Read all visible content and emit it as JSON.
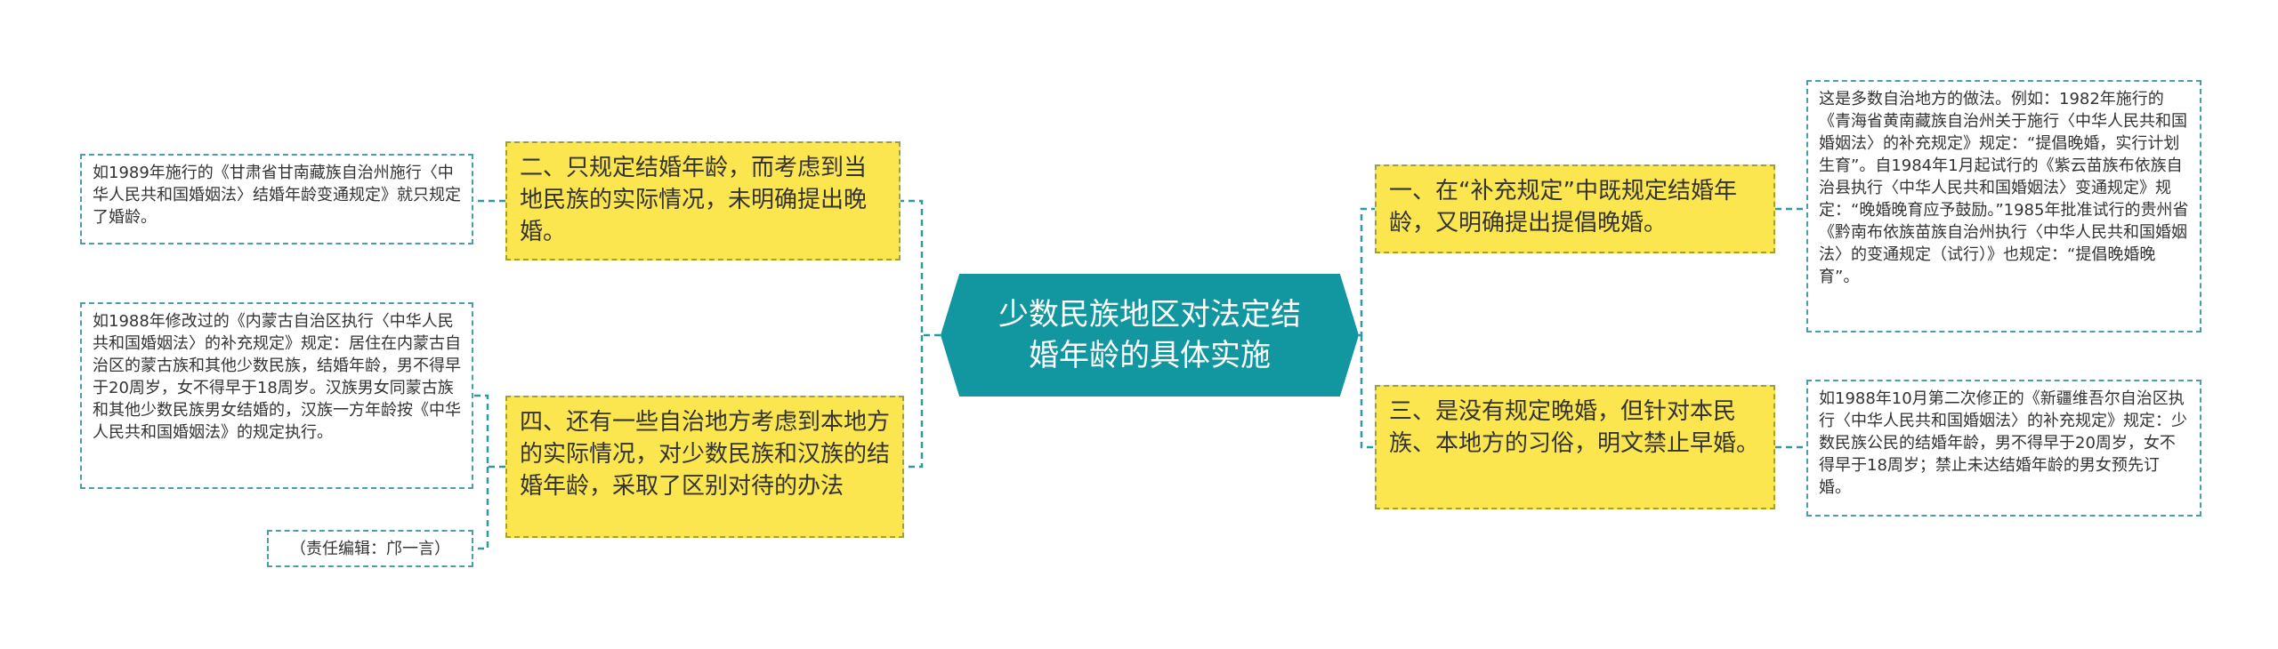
{
  "central": {
    "text": "少数民族地区对法定结婚年龄的具体实施"
  },
  "topics": {
    "t1": "一、在“补充规定”中既规定结婚年龄，又明确提出提倡晚婚。",
    "t2": "二、只规定结婚年龄，而考虑到当地民族的实际情况，未明确提出晚婚。",
    "t3": "三、是没有规定晚婚，但针对本民族、本地方的习俗，明文禁止早婚。",
    "t4": "四、还有一些自治地方考虑到本地方的实际情况，对少数民族和汉族的结婚年龄，采取了区别对待的办法"
  },
  "details": {
    "d1": "这是多数自治地方的做法。例如：1982年施行的《青海省黄南藏族自治州关于施行〈中华人民共和国婚姻法〉的补充规定》规定：“提倡晚婚，实行计划生育”。自1984年1月起试行的《紫云苗族布依族自治县执行〈中华人民共和国婚姻法〉变通规定》规定：“晚婚晚育应予鼓励。”1985年批准试行的贵州省《黔南布依族苗族自治州执行〈中华人民共和国婚姻法〉的变通规定（试行）》也规定：“提倡晚婚晚育”。",
    "d2": "如1989年施行的《甘肃省甘南藏族自治州施行〈中华人民共和国婚姻法〉结婚年龄变通规定》就只规定了婚龄。",
    "d3": "如1988年10月第二次修正的《新疆维吾尔自治区执行〈中华人民共和国婚姻法〉的补充规定》规定：少数民族公民的结婚年龄，男不得早于20周岁，女不得早于18周岁；禁止未达结婚年龄的男女预先订婚。",
    "d4": "如1988年修改过的《内蒙古自治区执行〈中华人民共和国婚姻法〉的补充规定》规定：居住在内蒙古自治区的蒙古族和其他少数民族，结婚年龄，男不得早于20周岁，女不得早于18周岁。汉族男女同蒙古族和其他少数民族男女结婚的，汉族一方年龄按《中华人民共和国婚姻法》的规定执行。",
    "d5": "（责任编辑：邝一言）"
  },
  "colors": {
    "central": "#12969f",
    "topic_fill": "#fbe64f",
    "topic_border": "#9ea13a",
    "detail_border": "#4a9ea8",
    "connector": "#2a9aa4"
  }
}
